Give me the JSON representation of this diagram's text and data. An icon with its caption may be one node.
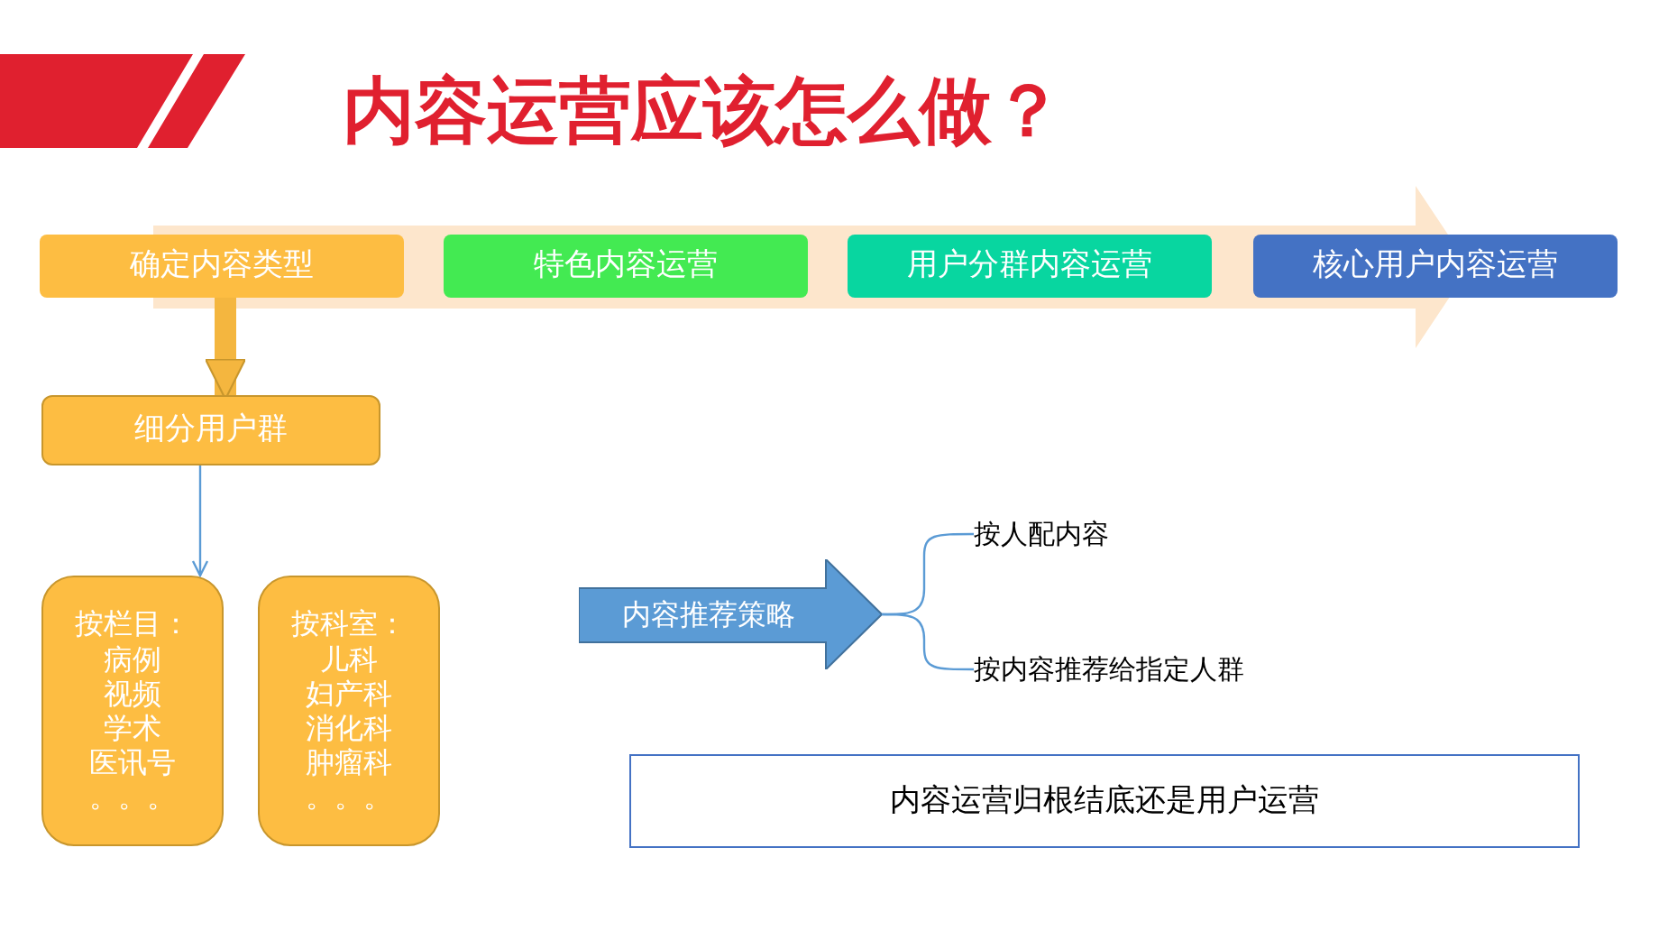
{
  "diagram": {
    "title": "内容运营应该怎么做？",
    "nodes": [
      {
        "text": [
          "确定内容类型"
        ]
      },
      {
        "text": [
          "特色内容运营"
        ]
      },
      {
        "text": [
          "用户分群内容运营"
        ]
      },
      {
        "text": [
          "核心用户内容运营"
        ]
      },
      {
        "text": [
          "细分用户群"
        ]
      },
      {
        "text": [
          "按栏目：",
          "病例",
          "视频",
          "学术",
          "医讯号",
          "。。。"
        ]
      },
      {
        "text": [
          "按科室：",
          "儿科",
          "妇产科",
          "消化科",
          "肿瘤科",
          "。。。"
        ]
      },
      {
        "text": [
          "内容推荐策略"
        ]
      },
      {
        "text": [
          "按人配内容"
        ]
      },
      {
        "text": [
          "按内容推荐给指定人群"
        ]
      },
      {
        "text": [
          "内容运营归根结底还是用户运营"
        ]
      }
    ],
    "edges": [
      {
        "from": 0,
        "to": 4,
        "arrow": "to",
        "style": "thick",
        "color": "#f4b63f"
      },
      {
        "from": 4,
        "to": 5,
        "arrow": "to"
      },
      {
        "from": 7,
        "to": 8,
        "arrow": "none"
      },
      {
        "from": 7,
        "to": 9,
        "arrow": "none"
      }
    ]
  }
}
